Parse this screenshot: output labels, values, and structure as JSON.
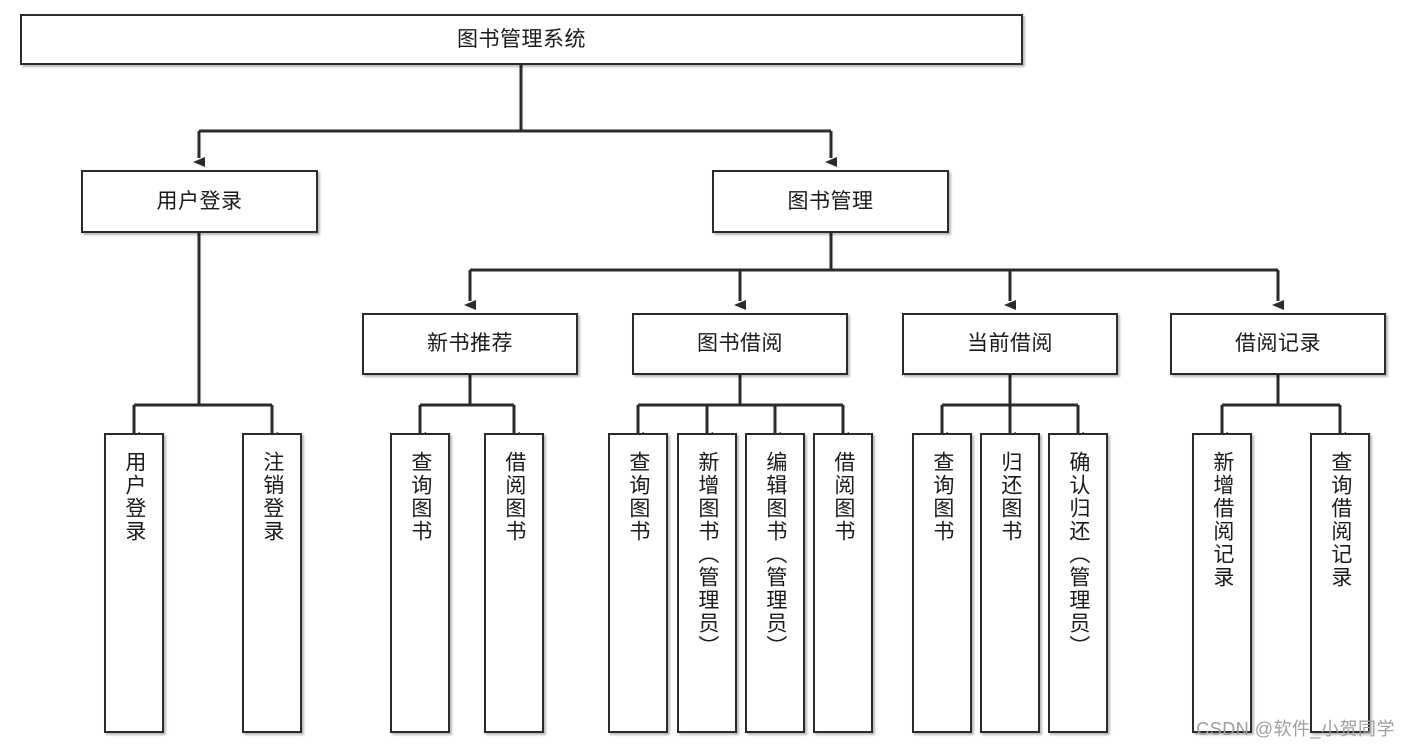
{
  "diagram": {
    "type": "tree-hierarchy-chart",
    "title": "图书管理系统",
    "watermark": "CSDN @软件_小贺同学",
    "colors": {
      "box_border": "#2b2b2b",
      "box_fill": "#ffffff",
      "connector": "#2b2b2b",
      "text": "#1a1a1a",
      "watermark": "#9e9e9e"
    },
    "levels": {
      "root": {
        "label": "图书管理系统"
      },
      "level2": [
        {
          "id": "user-login",
          "label": "用户登录"
        },
        {
          "id": "book-management",
          "label": "图书管理"
        }
      ],
      "level3": [
        {
          "id": "new-book-recommend",
          "label": "新书推荐",
          "parent": "book-management"
        },
        {
          "id": "book-borrow",
          "label": "图书借阅",
          "parent": "book-management"
        },
        {
          "id": "current-borrow",
          "label": "当前借阅",
          "parent": "book-management"
        },
        {
          "id": "borrow-record",
          "label": "借阅记录",
          "parent": "book-management"
        }
      ],
      "leaves": [
        {
          "id": "leaf-user-login",
          "label": "用户登录",
          "parent": "user-login"
        },
        {
          "id": "leaf-logout",
          "label": "注销登录",
          "parent": "user-login"
        },
        {
          "id": "leaf-query-book-1",
          "label": "查询图书",
          "parent": "new-book-recommend"
        },
        {
          "id": "leaf-borrow-book-1",
          "label": "借阅图书",
          "parent": "new-book-recommend"
        },
        {
          "id": "leaf-query-book-2",
          "label": "查询图书",
          "parent": "book-borrow"
        },
        {
          "id": "leaf-add-book",
          "label": "新增图书（管理员）",
          "parent": "book-borrow"
        },
        {
          "id": "leaf-edit-book",
          "label": "编辑图书（管理员）",
          "parent": "book-borrow"
        },
        {
          "id": "leaf-borrow-book-2",
          "label": "借阅图书",
          "parent": "book-borrow"
        },
        {
          "id": "leaf-query-book-3",
          "label": "查询图书",
          "parent": "current-borrow"
        },
        {
          "id": "leaf-return-book",
          "label": "归还图书",
          "parent": "current-borrow"
        },
        {
          "id": "leaf-confirm-return",
          "label": "确认归还（管理员）",
          "parent": "current-borrow"
        },
        {
          "id": "leaf-add-record",
          "label": "新增借阅记录",
          "parent": "borrow-record"
        },
        {
          "id": "leaf-query-record",
          "label": "查询借阅记录",
          "parent": "borrow-record"
        }
      ]
    }
  }
}
